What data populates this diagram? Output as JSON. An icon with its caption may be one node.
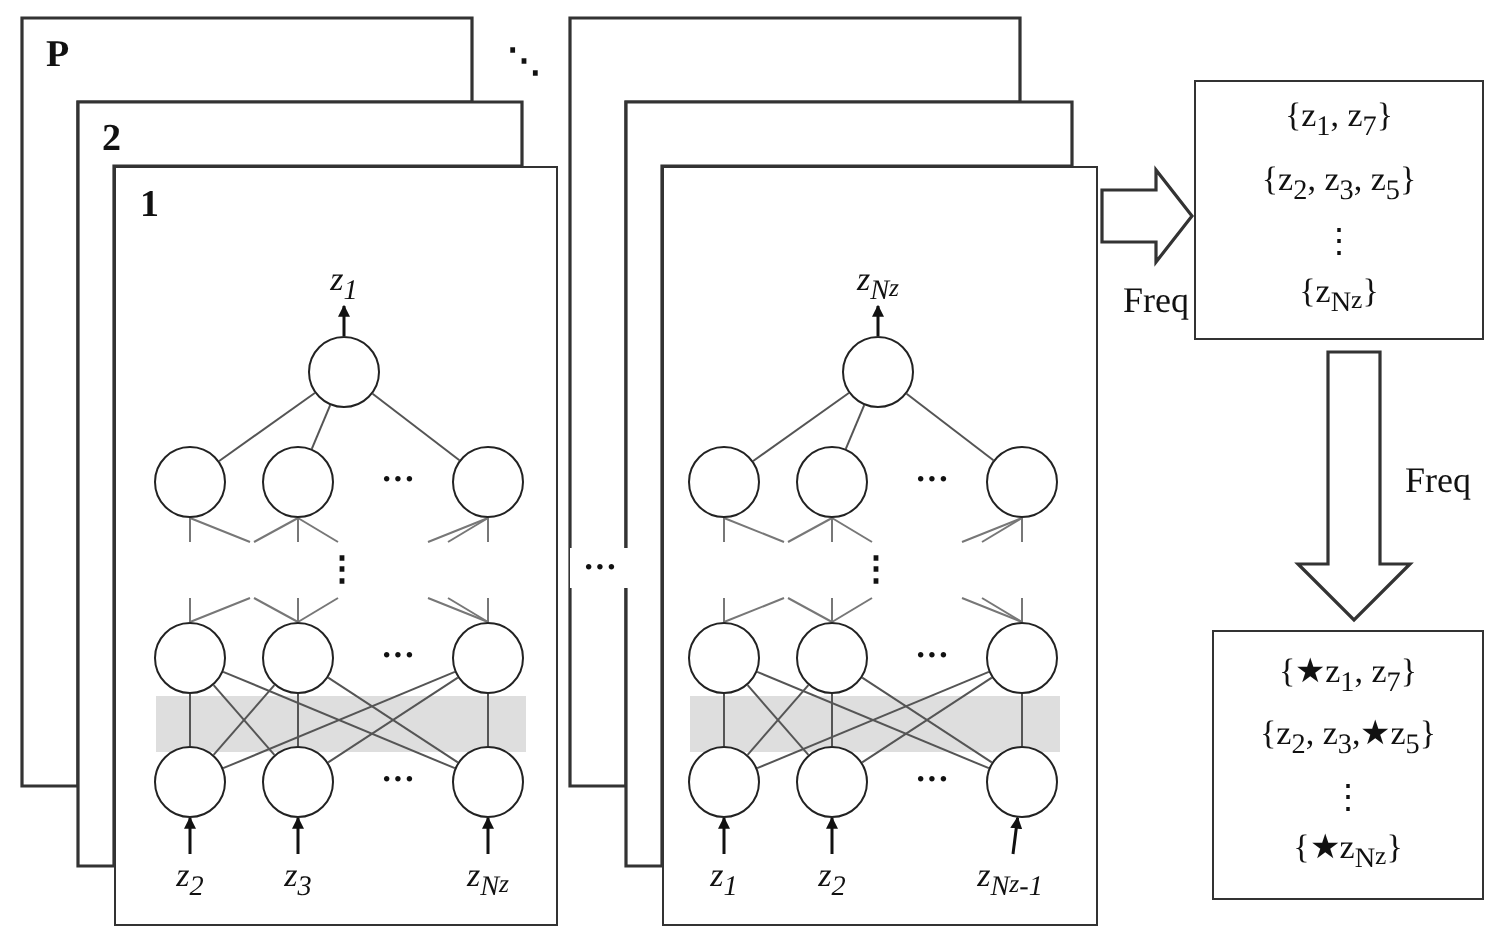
{
  "diagram": {
    "nodes": [
      {
        "text": [
          "P"
        ]
      },
      {
        "text": [
          "2"
        ]
      },
      {
        "text": [
          "1"
        ]
      },
      {
        "text": [
          "z$_{1}$"
        ],
        "in": 2
      },
      {
        "text": [],
        "shape": "circle",
        "in": 2
      },
      {
        "text": [],
        "shape": "circle",
        "in": 2
      },
      {
        "text": [],
        "shape": "circle",
        "in": 2
      },
      {
        "text": [],
        "shape": "circle",
        "in": 2
      },
      {
        "text": [],
        "shape": "circle",
        "in": 2
      },
      {
        "text": [],
        "shape": "circle",
        "in": 2
      },
      {
        "text": [],
        "shape": "circle",
        "in": 2
      },
      {
        "text": [],
        "shape": "circle",
        "in": 2
      },
      {
        "text": [],
        "shape": "circle",
        "in": 2
      },
      {
        "text": [],
        "shape": "circle",
        "in": 2
      },
      {
        "text": [
          "z$_{2}$"
        ],
        "in": 2
      },
      {
        "text": [
          "z$_{3}$"
        ],
        "in": 2
      },
      {
        "text": [
          "z$_{N}$$_{z}$"
        ],
        "in": 2
      },
      {
        "text": [],
        "shape": "box"
      },
      {
        "text": [],
        "shape": "box"
      },
      {
        "text": [],
        "shape": "box"
      },
      {
        "text": [
          "z$_{N}$$_{z}$"
        ],
        "in": 19
      },
      {
        "text": [],
        "shape": "circle",
        "in": 19
      },
      {
        "text": [],
        "shape": "circle",
        "in": 19
      },
      {
        "text": [],
        "shape": "circle",
        "in": 19
      },
      {
        "text": [],
        "shape": "circle",
        "in": 19
      },
      {
        "text": [],
        "shape": "circle",
        "in": 19
      },
      {
        "text": [],
        "shape": "circle",
        "in": 19
      },
      {
        "text": [],
        "shape": "circle",
        "in": 19
      },
      {
        "text": [],
        "shape": "circle",
        "in": 19
      },
      {
        "text": [],
        "shape": "circle",
        "in": 19
      },
      {
        "text": [],
        "shape": "circle",
        "in": 19
      },
      {
        "text": [
          "z$_{1}$"
        ],
        "in": 19
      },
      {
        "text": [
          "z$_{2}$"
        ],
        "in": 19
      },
      {
        "text": [
          "z$_{N}$$_{z}$$_{-1}$"
        ],
        "in": 19
      },
      {
        "text": [
          "{z$_{1}$, z$_{7}$}",
          "{z$_{2}$, z$_{3}$, z$_{5}$}",
          "⋮",
          "{z$_{N}$$_{z}$}"
        ]
      },
      {
        "text": [
          "{★z$_{1}$, z$_{7}$}",
          "{z$_{2}$, z$_{3}$,★z$_{5}$}",
          "⋮",
          "{★z$_{N}$$_{z}$}"
        ]
      }
    ],
    "edges": [
      {
        "from": 4,
        "to": 3,
        "arrow": "to"
      },
      {
        "from": 4,
        "to": 5,
        "arrow": "none"
      },
      {
        "from": 4,
        "to": 6,
        "arrow": "none"
      },
      {
        "from": 4,
        "to": 7,
        "arrow": "none"
      },
      {
        "from": 11,
        "to": 8,
        "arrow": "none"
      },
      {
        "from": 11,
        "to": 9,
        "arrow": "none"
      },
      {
        "from": 11,
        "to": 10,
        "arrow": "none"
      },
      {
        "from": 12,
        "to": 8,
        "arrow": "none"
      },
      {
        "from": 12,
        "to": 9,
        "arrow": "none"
      },
      {
        "from": 12,
        "to": 10,
        "arrow": "none"
      },
      {
        "from": 13,
        "to": 8,
        "arrow": "none"
      },
      {
        "from": 13,
        "to": 9,
        "arrow": "none"
      },
      {
        "from": 13,
        "to": 10,
        "arrow": "none"
      },
      {
        "from": 14,
        "to": 11,
        "arrow": "to"
      },
      {
        "from": 15,
        "to": 12,
        "arrow": "to"
      },
      {
        "from": 16,
        "to": 13,
        "arrow": "to"
      },
      {
        "from": 21,
        "to": 20,
        "arrow": "to"
      },
      {
        "from": 21,
        "to": 22,
        "arrow": "none"
      },
      {
        "from": 21,
        "to": 23,
        "arrow": "none"
      },
      {
        "from": 21,
        "to": 24,
        "arrow": "none"
      },
      {
        "from": 28,
        "to": 25,
        "arrow": "none"
      },
      {
        "from": 28,
        "to": 26,
        "arrow": "none"
      },
      {
        "from": 28,
        "to": 27,
        "arrow": "none"
      },
      {
        "from": 29,
        "to": 25,
        "arrow": "none"
      },
      {
        "from": 29,
        "to": 26,
        "arrow": "none"
      },
      {
        "from": 29,
        "to": 27,
        "arrow": "none"
      },
      {
        "from": 30,
        "to": 25,
        "arrow": "none"
      },
      {
        "from": 30,
        "to": 26,
        "arrow": "none"
      },
      {
        "from": 30,
        "to": 27,
        "arrow": "none"
      },
      {
        "from": 31,
        "to": 28,
        "arrow": "to"
      },
      {
        "from": 32,
        "to": 29,
        "arrow": "to"
      },
      {
        "from": 33,
        "to": 30,
        "arrow": "to"
      },
      {
        "from": 19,
        "to": 34,
        "arrow": "to",
        "label": "Freq"
      },
      {
        "from": 34,
        "to": 35,
        "arrow": "to",
        "label": "Freq"
      }
    ],
    "labels": [
      "⋱",
      "···",
      "⋮",
      "···",
      "···",
      "···",
      "···",
      "⋮",
      "···",
      "···"
    ]
  }
}
